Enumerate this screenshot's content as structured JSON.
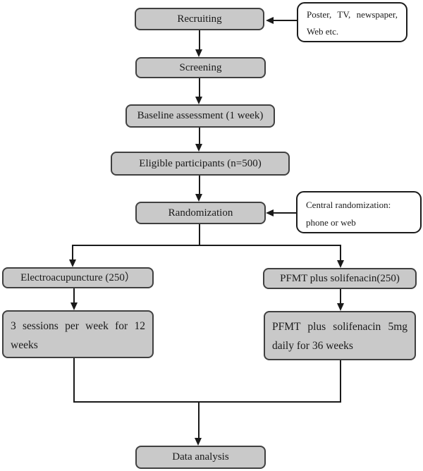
{
  "colors": {
    "background": "#ffffff",
    "box_fill": "#c9c9c9",
    "box_border": "#404040",
    "callout_fill": "#ffffff",
    "callout_border": "#1c1c1c",
    "line": "#1a1a1a",
    "text": "#1a1a1a"
  },
  "nodes": {
    "recruiting": {
      "label": "Recruiting"
    },
    "screening": {
      "label": "Screening"
    },
    "baseline": {
      "label": "Baseline assessment (1 week)"
    },
    "eligible": {
      "label": "Eligible participants (n=500)"
    },
    "randomization": {
      "label": "Randomization"
    },
    "electroacupuncture": {
      "label": "Electroacupuncture (250）"
    },
    "pfmt": {
      "label": "PFMT plus solifenacin(250)"
    },
    "ea_schedule": {
      "line1": "3 sessions per week for 12",
      "line2": "weeks"
    },
    "pfmt_schedule": {
      "line1": "PFMT plus solifenacin 5mg",
      "line2": "daily for 36 weeks"
    },
    "data_analysis": {
      "label": "Data analysis"
    }
  },
  "callouts": {
    "recruit_source": {
      "line1": "Poster, TV, newspaper,",
      "line2": "Web etc."
    },
    "central_randomization": {
      "line1": "Central randomization:",
      "line2": "phone or web"
    }
  }
}
